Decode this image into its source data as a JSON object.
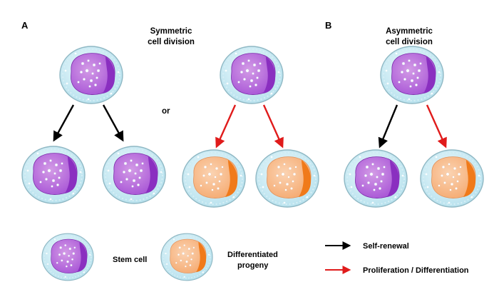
{
  "panel_a": {
    "label": "A",
    "title_line1": "Symmetric",
    "title_line2": "cell division",
    "connector": "or"
  },
  "panel_b": {
    "label": "B",
    "title_line1": "Asymmetric",
    "title_line2": "cell division"
  },
  "legend": {
    "stem_cell": "Stem cell",
    "differentiated_line1": "Differentiated",
    "differentiated_line2": "progeny",
    "self_renewal": "Self-renewal",
    "proliferation": "Proliferation / Differentiation"
  },
  "colors": {
    "stem_nucleus": "#a855d6",
    "stem_nucleus_dark": "#8a2fc0",
    "diff_nucleus": "#f5b07a",
    "diff_nucleus_dark": "#f07a1a",
    "cell_cytoplasm": "#c9ecf5",
    "cell_border": "#8fb8c4",
    "self_renewal_arrow": "#000000",
    "differentiation_arrow": "#e01b1b"
  }
}
